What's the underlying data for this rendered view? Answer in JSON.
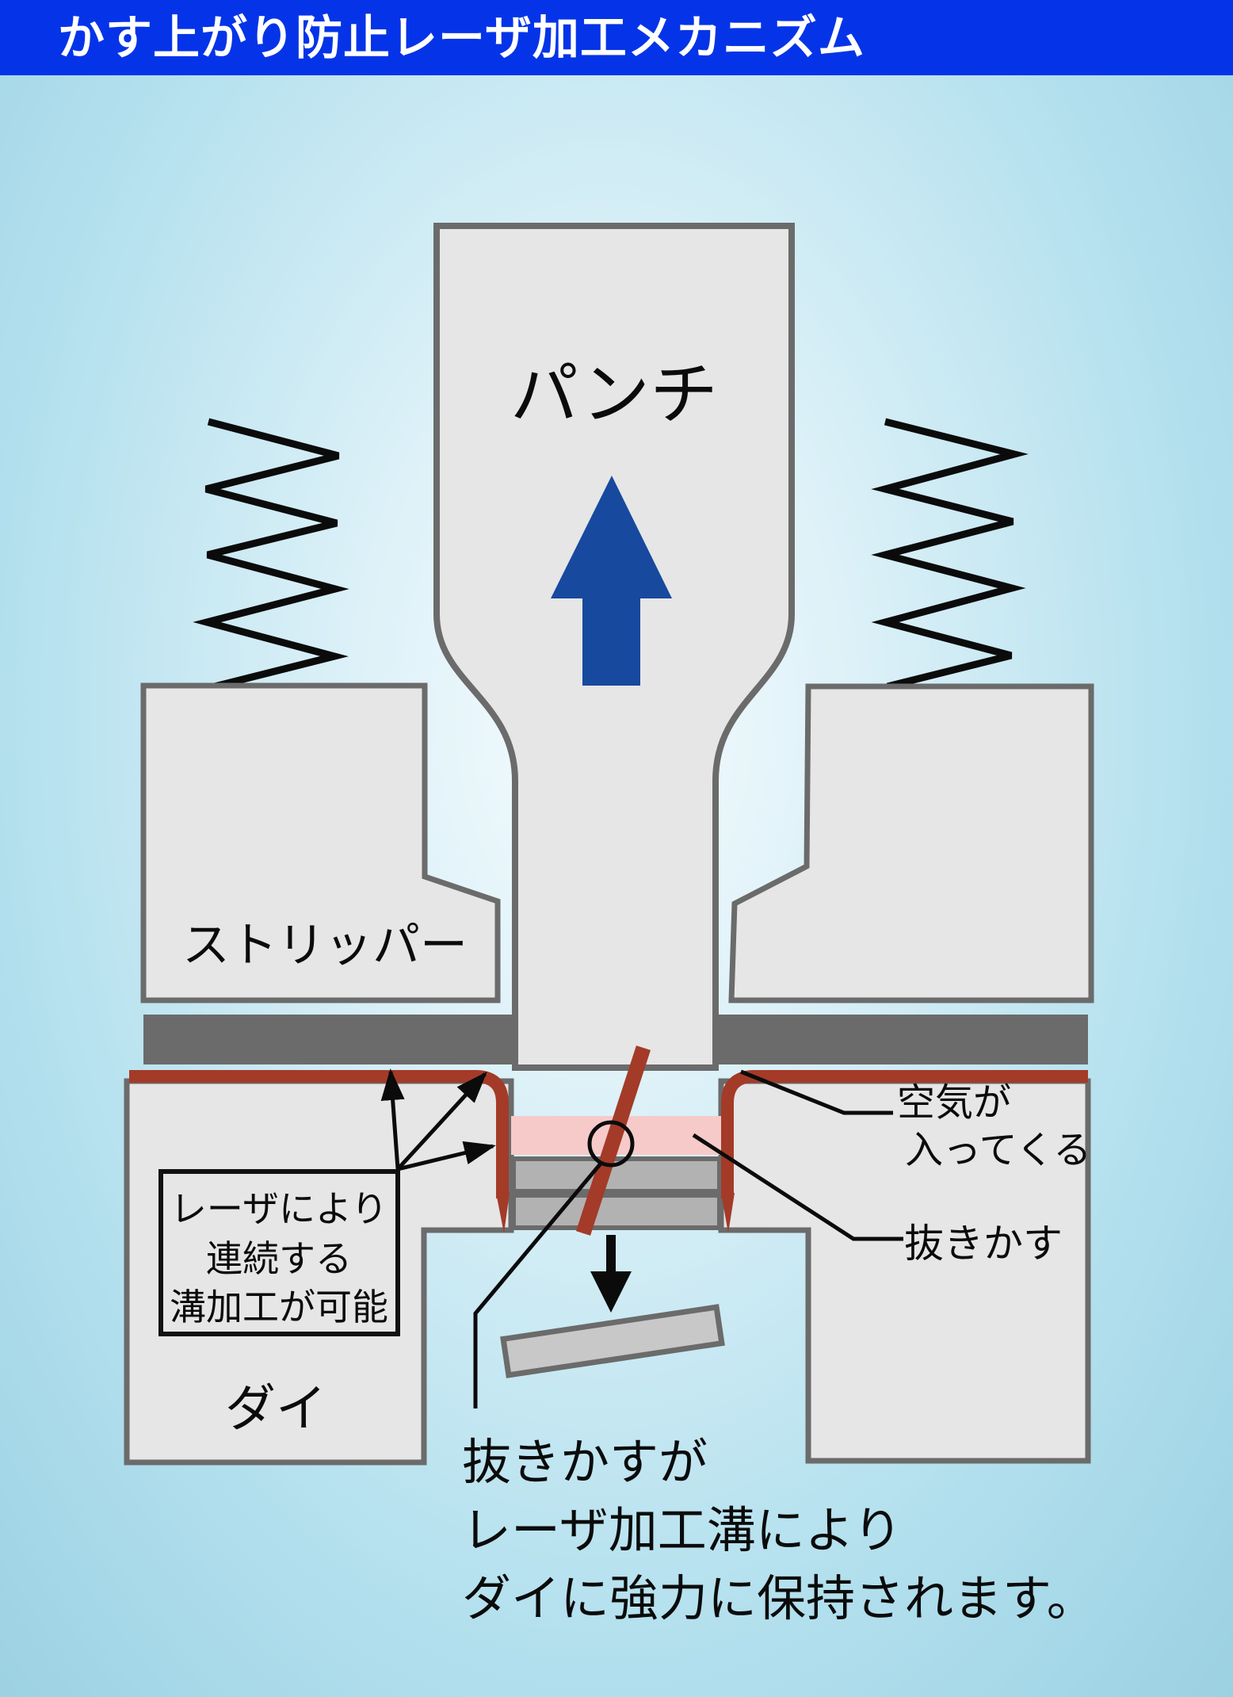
{
  "title": "かす上がり防止レーザ加工メカニズム",
  "diagram": {
    "punch_label": "パンチ",
    "stripper_label": "ストリッパー",
    "die_label": "ダイ",
    "air_label_line1": "空気が",
    "air_label_line2": "入ってくる",
    "scrap_label": "抜きかす",
    "laser_box_line1": "レーザにより",
    "laser_box_line2": "連続する",
    "laser_box_line3": "溝加工が可能",
    "caption_line1": "抜きかすが",
    "caption_line2": "レーザ加工溝により",
    "caption_line3": "ダイに強力に保持されます。"
  },
  "colors": {
    "title_bg": "#0534e8",
    "title_text": "#ffffff",
    "background_blue": "#a5d8e8",
    "block_fill": "#e6e6e6",
    "block_border": "#6b6b6b",
    "sheet_gray": "#6b6b6b",
    "up_arrow_blue": "#17499f",
    "laser_groove_red": "#a33b28",
    "air_band_pink": "#f7caca",
    "scrap_slug_gray": "#b2b2b2",
    "falling_scrap_gray": "#c8c8c8",
    "line_black": "#0b0b0b"
  }
}
